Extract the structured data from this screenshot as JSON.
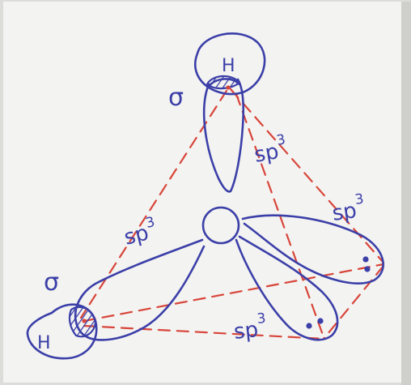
{
  "labels": {
    "hydrogen_top": "H",
    "hydrogen_left": "H",
    "sigma_top": "σ",
    "sigma_left": "σ",
    "sp3_left_base": "sp",
    "sp3_left_sup": "3",
    "sp3_center_base": "sp",
    "sp3_center_sup": "3",
    "sp3_right_base": "sp",
    "sp3_right_sup": "3",
    "sp3_bottom_base": "sp",
    "sp3_bottom_sup": "3"
  },
  "colors": {
    "ink": "#3b3fa8",
    "dash": "#d8453a",
    "paper": "#f3f3f1"
  }
}
